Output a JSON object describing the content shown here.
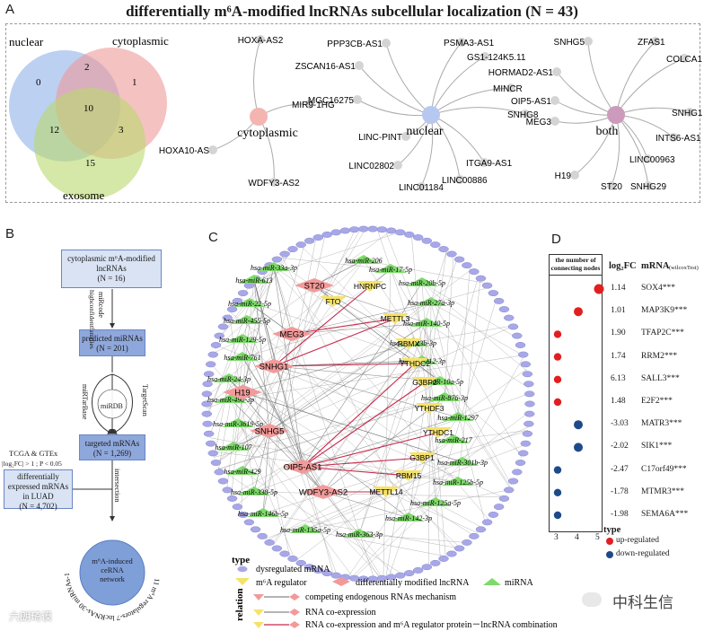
{
  "title": "differentially m⁶A-modified lncRNAs subcellular localization (N = 43)",
  "panels": {
    "a": "A",
    "b": "B",
    "c": "C",
    "d": "D"
  },
  "venn": {
    "labels": {
      "nuclear": "nuclear",
      "cytoplasmic": "cytoplasmic",
      "exosome": "exosome"
    },
    "counts": {
      "nuclear_only": "0",
      "cyto_only": "1",
      "exo_only": "15",
      "nuc_cyto": "2",
      "nuc_exo": "12",
      "cyto_exo": "3",
      "all": "10"
    },
    "colors": {
      "nuclear": "#8fb0ea",
      "cytoplasmic": "#ef9a9a",
      "exosome": "#b9d86c"
    }
  },
  "stars": [
    {
      "hub": "cytoplasmic",
      "color": "#f4b5b0",
      "leaves": [
        "HOXA-AS2",
        "MIR9-1HG",
        "HOXA10-AS",
        "WDFY3-AS2"
      ]
    },
    {
      "hub": "nuclear",
      "color": "#b7c8f0",
      "leaves": [
        "PPP3CB-AS1",
        "PSMA3-AS1",
        "ZSCAN16-AS1",
        "GS1-124K5.11",
        "MGC16275",
        "MINCR",
        "SNHG8",
        "LINC-PINT",
        "LINC02802",
        "ITGA9-AS1",
        "LINC00886",
        "LINC01184"
      ]
    },
    {
      "hub": "both",
      "color": "#cc9bbb",
      "leaves": [
        "SNHG5",
        "ZFAS1",
        "HORMAD2-AS1",
        "COLCA1",
        "OIP5-AS1",
        "MEG3",
        "SNHG1",
        "INTS6-AS1",
        "LINC00963",
        "H19",
        "ST20",
        "SNHG29"
      ]
    }
  ],
  "flow": {
    "box1": "cytoplasmic m⁶A-modified lncRNAs",
    "box1_n": "(N = 16)",
    "box2": "predicted miRNAs",
    "box2_n": "(N = 201)",
    "box3": "targeted mRNAs",
    "box3_n": "(N = 1,269)",
    "box4": "differentially expressed mRNAs in LUAD",
    "box4_n": "(N = 4,702)",
    "label_mirode": "miRcode",
    "label_high": "highconfidentfamilies",
    "label_mirdb": "miRDB",
    "label_mirtarbase": "miRTarBase",
    "label_targetscan": "TargetScan",
    "label_tcga": "TCGA & GTEx",
    "label_fc": "|log₂FC| > 1 ; P < 0.05",
    "label_intersection": "intersection",
    "network_circle": "m⁶A-induced ceRNA network",
    "network_ring": "11 m⁶A regulators-7 lncRNAs-30 miRNAs-110 mRNAs"
  },
  "network": {
    "lncrnas": [
      "ST20",
      "MEG3",
      "SNHG1",
      "H19",
      "SNHG5",
      "OIP5-AS1",
      "WDFY3-AS2"
    ],
    "regulators": [
      "FTO",
      "HNRNPC",
      "METTL3",
      "RBMX",
      "YTHDC2",
      "G3BP2",
      "YTHDF3",
      "YTHDC1",
      "G3BP1",
      "RBM15",
      "METTL14"
    ],
    "mirnas": [
      "hsa-miR-33a-3p",
      "hsa-miR-206",
      "hsa-miR-613",
      "hsa-miR-17-5p",
      "hsa-miR-22-5p",
      "hsa-miR-20b-5p",
      "hsa-miR-27a-3p",
      "hsa-miR-455-5p",
      "hsa-miR-140-5p",
      "hsa-miR-129-5p",
      "hsa-miR-23b-3p",
      "hsa-miR-761",
      "hsa-miR-212-3p",
      "hsa-miR-24-3p",
      "hsa-miR-10a-5p",
      "hsa-miR-490-3p",
      "hsa-miR-876-3p",
      "hsa-miR-3619-5p",
      "hsa-miR-1297",
      "hsa-miR-107",
      "hsa-miR-217",
      "hsa-miR-429",
      "hsa-miR-301b-3p",
      "hsa-miR-338-5p",
      "hsa-miR-125b-5p",
      "hsa-miR-125a-5p",
      "hsa-miR-146b-5p",
      "hsa-miR-142-3p",
      "hsa-miR-135a-5p",
      "hsa-miR-363-3p"
    ],
    "legend": {
      "type_title": "type",
      "relation_title": "relation",
      "mrna": "dysregulated mRNA",
      "regulator": "m⁶A regulator",
      "lncrna": "differentially modified lncRNA",
      "mirna": "miRNA",
      "cerna": "competing endogenous RNAs mechanism",
      "coexp": "RNA co-expression",
      "combo": "RNA co-expression and m⁶A regulator protein－lncRNA combination"
    },
    "colors": {
      "mrna": "#a8a8e8",
      "regulator": "#f5e26b",
      "lncrna": "#f29a9a",
      "mirna": "#7edb6a",
      "edge_red": "#c8284a"
    }
  },
  "panel_d": {
    "box_header": "the number of connecting nodes",
    "col_fc": "log₂FC",
    "col_mrna": "mRNA",
    "col_test": "(wilcoxTest)",
    "xticks": [
      "3",
      "4",
      "5"
    ],
    "legend_title": "type",
    "legend_up": "up-regulated",
    "legend_down": "down-regulated",
    "colors": {
      "up": "#e02020",
      "down": "#1e4a8c"
    },
    "rows": [
      {
        "fc": "1.14",
        "gene": "SOX4***",
        "nodes": 5,
        "type": "up"
      },
      {
        "fc": "1.01",
        "gene": "MAP3K9***",
        "nodes": 4,
        "type": "up"
      },
      {
        "fc": "1.90",
        "gene": "TFAP2C***",
        "nodes": 3,
        "type": "up"
      },
      {
        "fc": "1.74",
        "gene": "RRM2***",
        "nodes": 3,
        "type": "up"
      },
      {
        "fc": "6.13",
        "gene": "SALL3***",
        "nodes": 3,
        "type": "up"
      },
      {
        "fc": "1.48",
        "gene": "E2F2***",
        "nodes": 3,
        "type": "up"
      },
      {
        "fc": "-3.03",
        "gene": "MATR3***",
        "nodes": 4,
        "type": "down"
      },
      {
        "fc": "-2.02",
        "gene": "SIK1***",
        "nodes": 4,
        "type": "down"
      },
      {
        "fc": "-2.47",
        "gene": "C17orf49***",
        "nodes": 3,
        "type": "down"
      },
      {
        "fc": "-1.78",
        "gene": "MTMR3***",
        "nodes": 3,
        "type": "down"
      },
      {
        "fc": "-1.98",
        "gene": "SEMA6A***",
        "nodes": 3,
        "type": "down"
      }
    ]
  },
  "watermarks": {
    "left": "六朗琦谟",
    "right": "中科生信"
  }
}
